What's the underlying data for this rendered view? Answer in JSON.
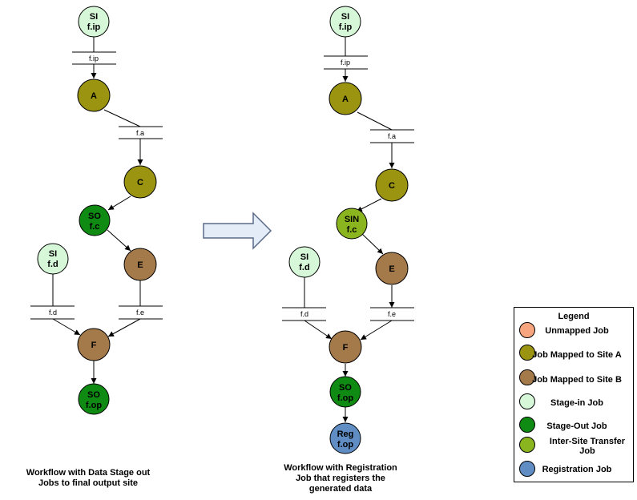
{
  "colors": {
    "site_a": "#9a9411",
    "site_b": "#a57a4a",
    "stage_in": "#d7f7d9",
    "stage_out": "#0f8a13",
    "inter_site": "#8bb51f",
    "registration": "#5f8dc4",
    "unmapped": "#f6a57e",
    "arrow_fill": "#e4ecf7",
    "arrow_stroke": "#5a6a88"
  },
  "left_workflow": {
    "nodes": {
      "si_top": {
        "l1": "SI",
        "l2": "f.ip"
      },
      "a": {
        "l1": "A"
      },
      "c": {
        "l1": "C"
      },
      "so_c": {
        "l1": "SO",
        "l2": "f.c"
      },
      "si_d": {
        "l1": "SI",
        "l2": "f.d"
      },
      "e": {
        "l1": "E"
      },
      "f": {
        "l1": "F"
      },
      "so_op": {
        "l1": "SO",
        "l2": "f.op"
      }
    },
    "files": {
      "fip": "f.ip",
      "fa": "f.a",
      "fd": "f.d",
      "fe": "f.e"
    },
    "caption": [
      "Workflow with Data Stage  out",
      "Jobs to final output site"
    ]
  },
  "right_workflow": {
    "nodes": {
      "si_top": {
        "l1": "SI",
        "l2": "f.ip"
      },
      "a": {
        "l1": "A"
      },
      "c": {
        "l1": "C"
      },
      "sin_c": {
        "l1": "SIN",
        "l2": "f.c"
      },
      "si_d": {
        "l1": "SI",
        "l2": "f.d"
      },
      "e": {
        "l1": "E"
      },
      "f": {
        "l1": "F"
      },
      "so_op": {
        "l1": "SO",
        "l2": "f.op"
      },
      "reg_op": {
        "l1": "Reg",
        "l2": "f.op"
      }
    },
    "files": {
      "fip": "f.ip",
      "fa": "f.a",
      "fd": "f.d",
      "fe": "f.e"
    },
    "caption": [
      "Workflow with Registration",
      "Job that registers the",
      "generated data"
    ]
  },
  "legend": {
    "title": "Legend",
    "items": [
      {
        "label": "Unmapped Job",
        "color": "#f6a57e"
      },
      {
        "label": "Job Mapped to Site A",
        "color": "#9a9411"
      },
      {
        "label": "Job Mapped to Site B",
        "color": "#a57a4a"
      },
      {
        "label": "Stage-in Job",
        "color": "#d7f7d9"
      },
      {
        "label": "Stage-Out Job",
        "color": "#0f8a13"
      },
      {
        "label": "Inter-Site Transfer Job",
        "color": "#8bb51f"
      },
      {
        "label": "Registration Job",
        "color": "#5f8dc4"
      }
    ]
  }
}
